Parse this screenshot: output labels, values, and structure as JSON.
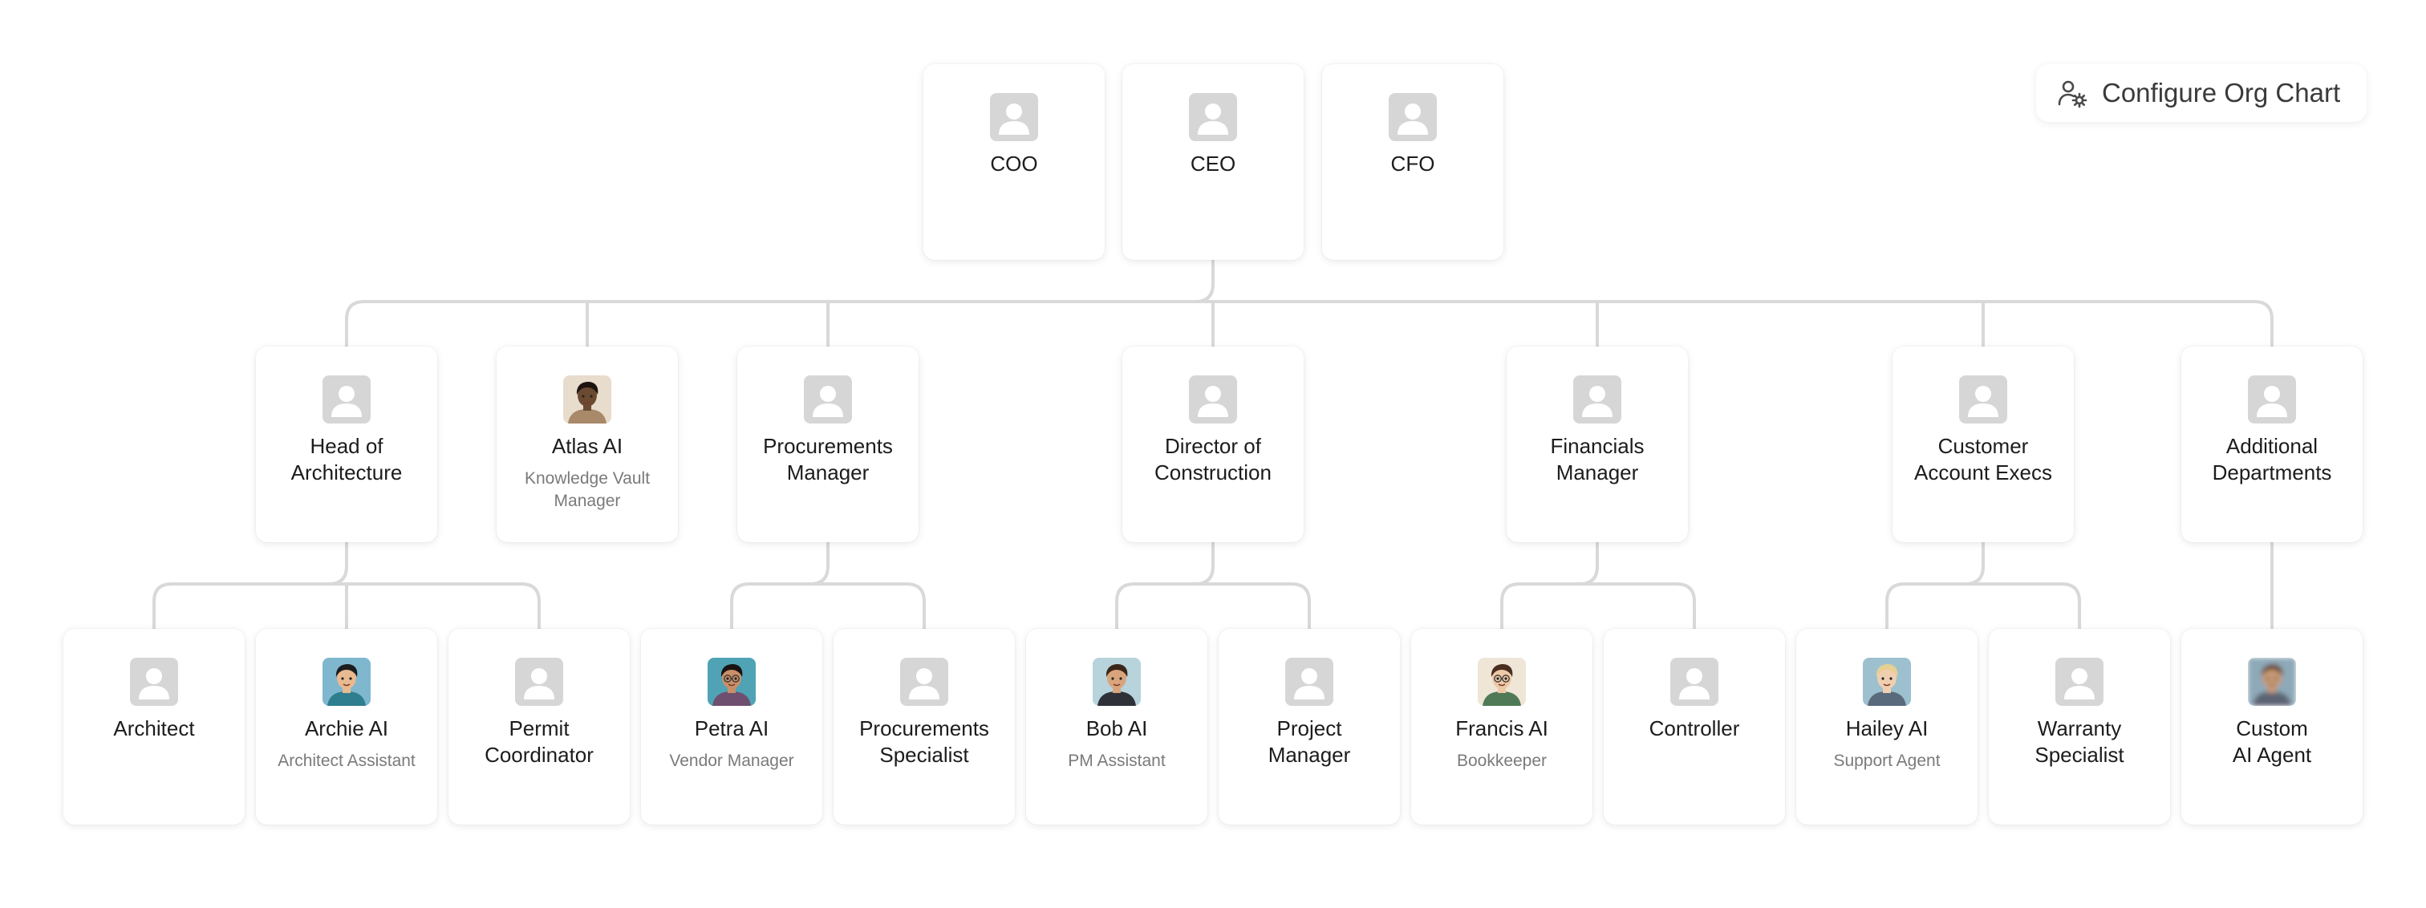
{
  "configure_button": {
    "label": "Configure Org Chart",
    "icon": "user-cog-icon"
  },
  "colors": {
    "connector": "#d9d9d9",
    "placeholder_bg": "#d6d6d6",
    "sub_text": "#7a7a7a"
  },
  "top_row": [
    {
      "title": "COO",
      "avatar": "placeholder"
    },
    {
      "title": "CEO",
      "avatar": "placeholder"
    },
    {
      "title": "CFO",
      "avatar": "placeholder"
    }
  ],
  "departments": [
    {
      "title": "Head of\nArchitecture",
      "avatar": "placeholder"
    },
    {
      "title": "Atlas AI",
      "subtitle": "Knowledge Vault Manager",
      "avatar": "ai-agent"
    },
    {
      "title": "Procurements\nManager",
      "avatar": "placeholder"
    },
    {
      "title": "Director of\nConstruction",
      "avatar": "placeholder"
    },
    {
      "title": "Financials\nManager",
      "avatar": "placeholder"
    },
    {
      "title": "Customer\nAccount Execs",
      "avatar": "placeholder"
    },
    {
      "title": "Additional\nDepartments",
      "avatar": "placeholder"
    }
  ],
  "staff": [
    {
      "title": "Architect",
      "avatar": "placeholder"
    },
    {
      "title": "Archie AI",
      "subtitle": "Architect Assistant",
      "avatar": "ai-agent"
    },
    {
      "title": "Permit\nCoordinator",
      "avatar": "placeholder"
    },
    {
      "title": "Petra AI",
      "subtitle": "Vendor Manager",
      "avatar": "ai-agent"
    },
    {
      "title": "Procurements\nSpecialist",
      "avatar": "placeholder"
    },
    {
      "title": "Bob AI",
      "subtitle": "PM Assistant",
      "avatar": "ai-agent"
    },
    {
      "title": "Project\nManager",
      "avatar": "placeholder"
    },
    {
      "title": "Francis AI",
      "subtitle": "Bookkeeper",
      "avatar": "ai-agent"
    },
    {
      "title": "Controller",
      "avatar": "placeholder"
    },
    {
      "title": "Hailey AI",
      "subtitle": "Support Agent",
      "avatar": "ai-agent"
    },
    {
      "title": "Warranty\nSpecialist",
      "avatar": "placeholder"
    },
    {
      "title": "Custom\nAI Agent",
      "avatar": "ai-agent-blurred"
    }
  ]
}
